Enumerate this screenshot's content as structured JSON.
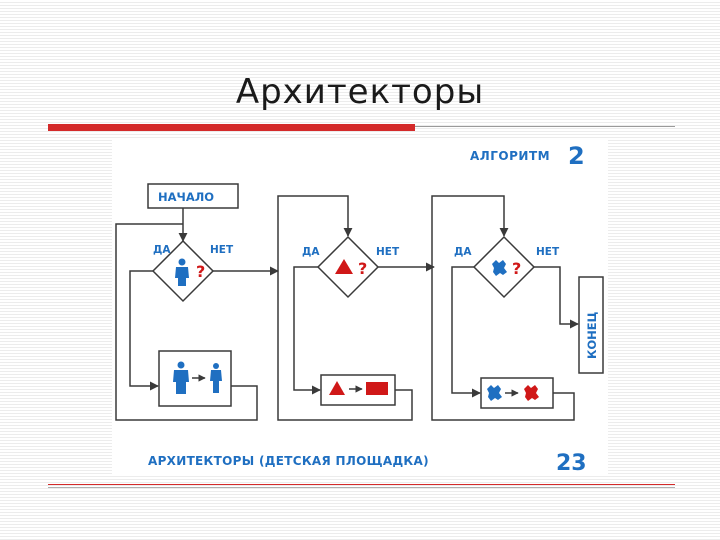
{
  "slide": {
    "title": "Архитекторы"
  },
  "figure": {
    "algorithm_label": "АЛГОРИТМ",
    "algorithm_number": "2",
    "start_label": "НАЧАЛО",
    "end_label": "КОНЕЦ",
    "yes_label": "ДА",
    "no_label": "НЕТ",
    "question_mark": "?",
    "caption": "АРХИТЕКТОРЫ (ДЕТСКАЯ ПЛОЩАДКА)",
    "page_number": "23",
    "blocks": [
      {
        "symbol": "person-icon"
      },
      {
        "symbol": "triangle-icon"
      },
      {
        "symbol": "blob-icon"
      }
    ]
  },
  "colors": {
    "title_rule": "#d42a2a",
    "flow_blue": "#1f6fc1",
    "flow_red": "#d01818",
    "line": "#3a3a3a"
  }
}
